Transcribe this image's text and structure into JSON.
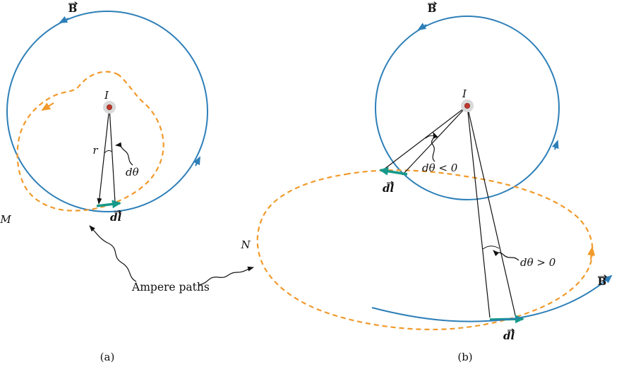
{
  "figure": {
    "annotation": {
      "ampere_paths": "Ampere paths"
    },
    "panel_a": {
      "caption": "(a)",
      "b_label": "B",
      "i_label": "I",
      "r_label": "r",
      "dtheta_label": "dθ",
      "dl_label": "dl",
      "path_label": "M"
    },
    "panel_b": {
      "caption": "(b)",
      "b_top_label": "B",
      "b_right_label": "B",
      "i_label": "I",
      "dtheta_neg_label": "dθ < 0",
      "dtheta_pos_label": "dθ > 0",
      "dl_top_label": "dl",
      "dl_bottom_label": "dl",
      "path_label": "N"
    },
    "colors": {
      "field_line": "#2d7fb8",
      "ampere_path": "#f19a2b",
      "dl_vector": "#15998a",
      "current_dot": "#c0392b",
      "current_halo": "#d9d9d9",
      "line": "#111111"
    }
  }
}
